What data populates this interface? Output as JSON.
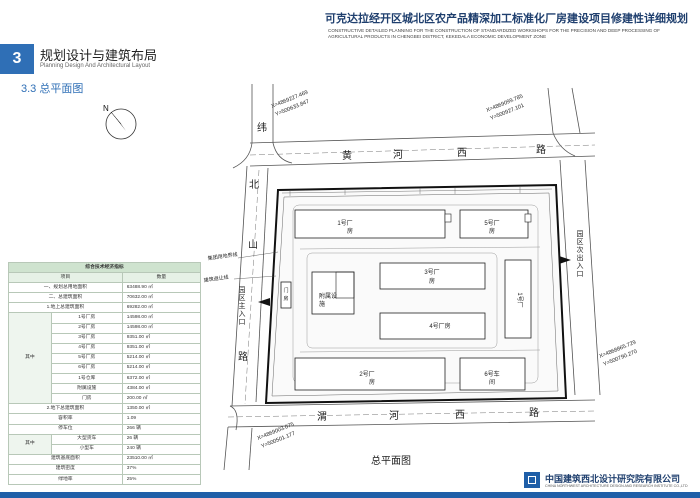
{
  "header": {
    "title_cn": "可克达拉经开区城北区农产品精深加工标准化厂房建设项目修建性详细规划",
    "title_en": "CONSTRUCTIVE DETAILED PLANNING FOR THE CONSTRUCTION OF STANDARDIZED WORKSHOPS FOR THE PRECISION AND DEEP PROCESSING OF AGRICULTURAL PRODUCTS IN CHENGBEI DISTRICT, KEKEDALA ECONOMIC DEVELOPMENT ZONE"
  },
  "section": {
    "number": "3",
    "title_cn": "规划设计与建筑布局",
    "title_en": "Planning Design And Architectural Layout",
    "subsection": "3.3 总平面图"
  },
  "plan": {
    "caption": "总平面图",
    "roads": {
      "north": [
        "黄",
        "河",
        "西",
        "路"
      ],
      "south": [
        "渭",
        "河",
        "西",
        "路"
      ],
      "west": [
        "山",
        "北",
        "路"
      ],
      "northwest_short": "纬"
    },
    "buildings": {
      "b1": [
        "1号厂",
        "房"
      ],
      "b5": [
        "5号厂",
        "房"
      ],
      "b3": [
        "3号厂",
        "房"
      ],
      "b4": "4号厂房",
      "b2": [
        "2号厂",
        "房"
      ],
      "b6": [
        "6号车",
        "间"
      ],
      "aux": [
        "附属设",
        "施"
      ],
      "gate": [
        "门",
        "房"
      ],
      "b1_side": "1号厂"
    },
    "entrances": {
      "west": [
        "园",
        "区",
        "主",
        "入",
        "口"
      ],
      "east": [
        "园",
        "区",
        "次",
        "出",
        "入",
        "口"
      ]
    },
    "labels": {
      "line1": "集团用地界线",
      "line2": "建筑退让线"
    },
    "coords": {
      "nw_x": "X=4869227.469",
      "nw_y": "Y=500633.847",
      "ne_x": "X=4869099.785",
      "ne_y": "Y=500927.101",
      "se_x": "X=4868865.729",
      "se_y": "Y=500790.270",
      "sw_x": "X=4869003.075",
      "sw_y": "Y=500501.177"
    }
  },
  "table": {
    "title": "综合技术经济指标",
    "headers": [
      "项目",
      "数量"
    ],
    "cat_middle": "其中",
    "cat_bottom": "其中",
    "rows": [
      {
        "name": "一、规划总用地面积",
        "value": "63488.90 ㎡"
      },
      {
        "name": "二、总建筑面积",
        "value": "70632.00 ㎡"
      },
      {
        "name": "1.地上总建筑面积",
        "value": "69282.00 ㎡"
      },
      {
        "name": "1号厂房",
        "value": "14598.00 ㎡"
      },
      {
        "name": "2号厂房",
        "value": "14598.00 ㎡"
      },
      {
        "name": "3号厂房",
        "value": "9351.00 ㎡"
      },
      {
        "name": "4号厂房",
        "value": "9351.00 ㎡"
      },
      {
        "name": "5号厂房",
        "value": "5214.00 ㎡"
      },
      {
        "name": "6号厂房",
        "value": "5214.00 ㎡"
      },
      {
        "name": "1号仓库",
        "value": "6372.00 ㎡"
      },
      {
        "name": "附属设施",
        "value": "4384.00 ㎡"
      },
      {
        "name": "门房",
        "value": "200.00 ㎡"
      },
      {
        "name": "2.地下总建筑面积",
        "value": "1350.00 ㎡"
      },
      {
        "name": "容积率",
        "value": "1.09"
      },
      {
        "name": "停车位",
        "value": "266 辆"
      },
      {
        "name": "大型货车",
        "value": "26 辆"
      },
      {
        "name": "小型车",
        "value": "240 辆"
      },
      {
        "name": "建筑基底面积",
        "value": "23510.00 ㎡"
      },
      {
        "name": "建筑密度",
        "value": "37%"
      },
      {
        "name": "绿地率",
        "value": "25%"
      }
    ]
  },
  "footer": {
    "org_cn": "中国建筑西北设计研究院有限公司",
    "org_en": "CHINA NORTHWEST ARCHITECTURE DESIGN AND RESEARCH INSTITUTE CO.,LTD"
  },
  "colors": {
    "accent_blue": "#2f6fb6",
    "table_header": "#cfe3cf",
    "site_boundary": "#111111"
  },
  "icons": [
    "north-arrow-icon",
    "entrance-arrow-icon",
    "logo-icon"
  ]
}
